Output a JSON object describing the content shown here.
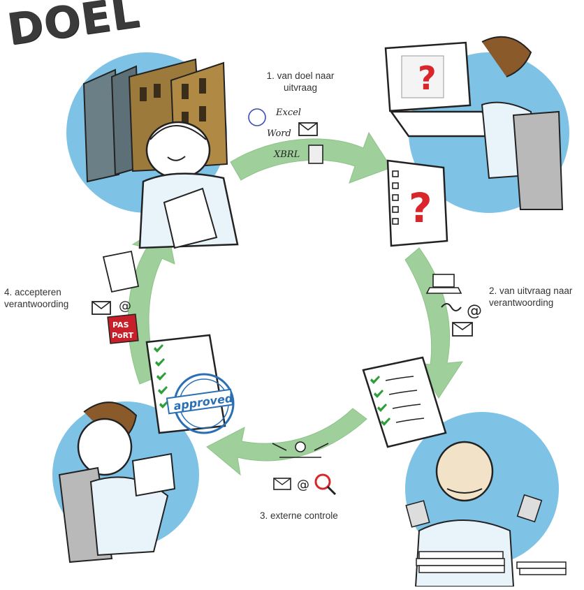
{
  "title": "DOEL",
  "steps": [
    {
      "lines": [
        "1. van doel naar",
        "uitvraag"
      ]
    },
    {
      "lines": [
        "2. van uitvraag naar",
        "verantwoording"
      ]
    },
    {
      "lines": [
        "3. externe controle"
      ]
    },
    {
      "lines": [
        "4. accepteren",
        "verantwoording"
      ]
    }
  ],
  "sketch_text": {
    "excel": "Excel",
    "word": "Word",
    "xbrl": "XBRL",
    "approved_stamp": "approved",
    "pas_stamp": "PAS",
    "pas_stamp_2": "PoRT"
  },
  "colors": {
    "cycle_arrow": "#9fcf9a",
    "cycle_arrow_dark": "#7fb97a",
    "circle_bg": "#7ec3e6",
    "building": "#9c7a3c",
    "approved_blue": "#2a6fb5",
    "question_red": "#d9262b"
  },
  "icons": [
    "envelope-icon",
    "at-sign-icon",
    "question-mark-icon",
    "checklist-icon",
    "laptop-icon",
    "magnifier-icon",
    "calculator-icon"
  ]
}
